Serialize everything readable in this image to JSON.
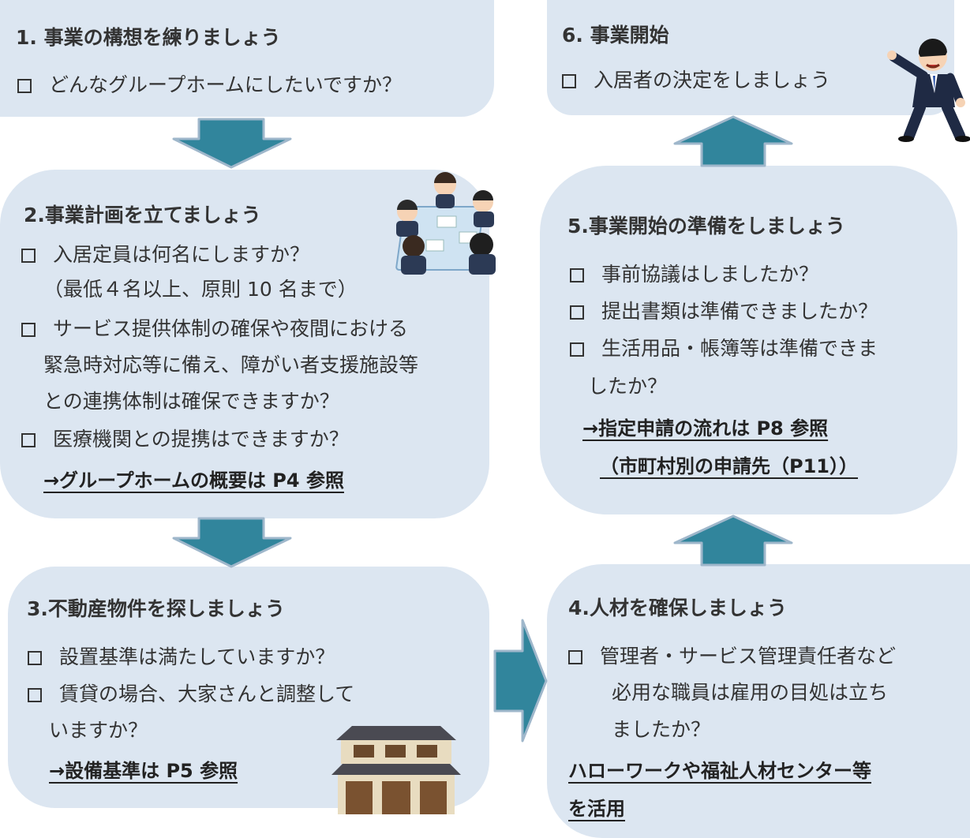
{
  "colors": {
    "box": "#dce6f1",
    "arrow_fill": "#31859c",
    "arrow_stroke": "#9fb7cb",
    "text": "#333333"
  },
  "steps": [
    {
      "title": "1. 事業の構想を練りましょう",
      "lines": [
        "どんなグループホームにしたいですか？"
      ]
    },
    {
      "title": "2.事業計画を立てましょう",
      "lines": [
        "入居定員は何名にしますか？",
        "（最低４名以上、原則 10 名まで）",
        "サービス提供体制の確保や夜間における",
        "緊急時対応等に備え、障がい者支援施設等",
        "との連携体制は確保できますか？",
        "医療機関との提携はできますか？"
      ],
      "ref": "→グループホームの概要は P4 参照"
    },
    {
      "title": "3.不動産物件を探しましょう",
      "lines": [
        "設置基準は満たしていますか？",
        "賃貸の場合、大家さんと調整して",
        "いますか？"
      ],
      "ref": "→設備基準は P5 参照"
    },
    {
      "title": "4.人材を確保しましょう",
      "lines": [
        "管理者・サービス管理責任者など",
        "必用な職員は雇用の目処は立ち",
        "ましたか？"
      ],
      "ref_lines": [
        "ハローワークや福祉人材センター等",
        "を活用"
      ]
    },
    {
      "title": "5.事業開始の準備をしましょう",
      "lines": [
        "事前協議はしましたか？",
        "提出書類は準備できましたか？",
        "生活用品・帳簿等は準備できま",
        "したか？"
      ],
      "ref_lines": [
        "→指定申請の流れは P8 参照",
        "（市町村別の申請先（P11））"
      ]
    },
    {
      "title": "6. 事業開始",
      "lines": [
        "入居者の決定をしましょう"
      ]
    }
  ],
  "illustrations": [
    "meeting-illustration",
    "pointing-businessman-illustration",
    "japanese-house-illustration"
  ]
}
